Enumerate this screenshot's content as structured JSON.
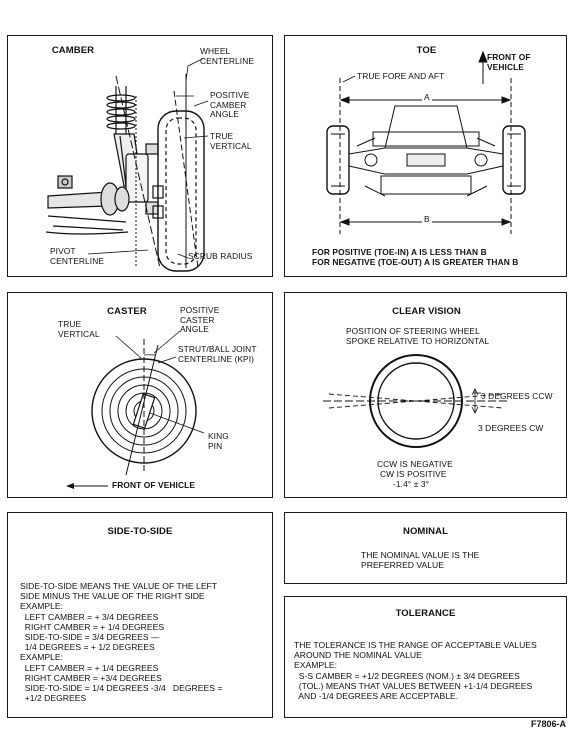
{
  "camber": {
    "title": "CAMBER",
    "wheel_centerline": "WHEEL\nCENTERLINE",
    "positive_camber_angle": "POSITIVE\nCAMBER\nANGLE",
    "true_vertical": "TRUE\nVERTICAL",
    "pivot_centerline": "PIVOT\nCENTERLINE",
    "scrub_radius": "SCRUB RADIUS"
  },
  "toe": {
    "title": "TOE",
    "front_of_vehicle": "FRONT OF\nVEHICLE",
    "true_fore_and_aft": "TRUE FORE AND AFT",
    "dim_a": "A",
    "dim_b": "B",
    "note_line1": "FOR POSITIVE (TOE-IN) A IS LESS THAN B",
    "note_line2": "FOR NEGATIVE (TOE-OUT) A IS GREATER THAN B"
  },
  "caster": {
    "title": "CASTER",
    "positive_caster_angle": "POSITIVE\nCASTER\nANGLE",
    "true_vertical": "TRUE\nVERTICAL",
    "strut_centerline": "STRUT/BALL JOINT\nCENTERLINE (KPI)",
    "king_pin": "KING\nPIN",
    "front_of_vehicle": "FRONT OF VEHICLE"
  },
  "clear_vision": {
    "title": "CLEAR VISION",
    "description": "POSITION OF STEERING WHEEL\nSPOKE RELATIVE TO HORIZONTAL",
    "ccw_label": "3 DEGREES CCW",
    "cw_label": "3 DEGREES CW",
    "ccw_negative": "CCW IS NEGATIVE",
    "cw_positive": "CW IS POSITIVE",
    "value": "-1.4° ± 3°"
  },
  "side_to_side": {
    "title": "SIDE-TO-SIDE",
    "body": "SIDE-TO-SIDE MEANS THE VALUE OF THE LEFT\nSIDE MINUS THE VALUE OF THE RIGHT SIDE\nEXAMPLE:\n  LEFT CAMBER = + 3/4 DEGREES\n  RIGHT CAMBER = + 1/4 DEGREES\n  SIDE-TO-SIDE = 3/4 DEGREES —\n  1/4 DEGREES = + 1/2 DEGREES\nEXAMPLE:\n  LEFT CAMBER = + 1/4 DEGREES\n  RIGHT CAMBER = +3/4 DEGREES\n  SIDE-TO-SIDE = 1/4 DEGREES -3/4   DEGREES =\n  +1/2 DEGREES"
  },
  "nominal": {
    "title": "NOMINAL",
    "body": "THE NOMINAL VALUE IS THE\nPREFERRED VALUE"
  },
  "tolerance": {
    "title": "TOLERANCE",
    "body": "THE TOLERANCE IS THE RANGE OF ACCEPTABLE VALUES\nAROUND THE NOMINAL VALUE\nEXAMPLE:\n  S-S CAMBER = +1/2 DEGREES (NOM.) ± 3/4 DEGREES\n  (TOL.) MEANS THAT VALUES BETWEEN +1-1/4 DEGREES\n  AND -1/4 DEGREES ARE ACCEPTABLE."
  },
  "figure_id": "F7806-A"
}
